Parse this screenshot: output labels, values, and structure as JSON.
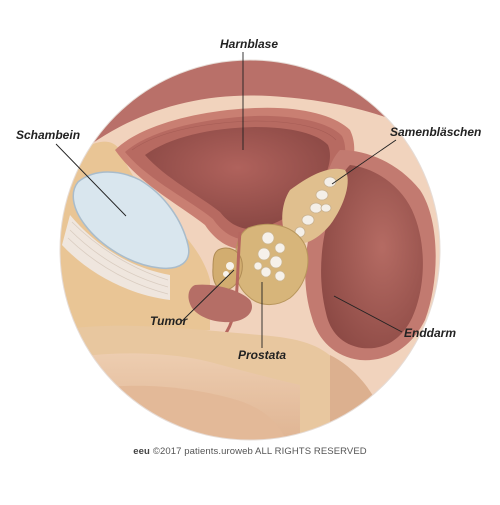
{
  "labels": {
    "harnblase": "Harnblase",
    "schambein": "Schambein",
    "samenblaeschen": "Samenbläschen",
    "tumor": "Tumor",
    "enddarm": "Enddarm",
    "prostata": "Prostata"
  },
  "footer": {
    "brand": "eeu",
    "text": "©2017 patients.uroweb ALL RIGHTS RESERVED"
  },
  "colors": {
    "bladder_wall": "#b56a62",
    "bladder_lumen": "#9c5550",
    "pubic_bone": "#d9e6ee",
    "fat_tissue": "#e8c69a",
    "skin": "#ecc8a8",
    "prostate": "#d8b77c",
    "tumor_nodules": "#f5f0ea",
    "rectum": "#a65f5a"
  }
}
